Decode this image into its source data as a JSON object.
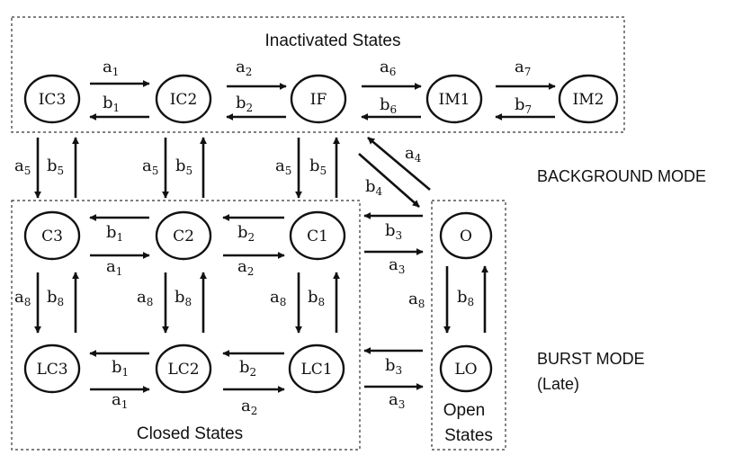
{
  "groups": {
    "inactivated": "Inactivated States",
    "closed": "Closed States",
    "open_line1": "Open",
    "open_line2": "States"
  },
  "modes": {
    "background": "BACKGROUND MODE",
    "burst_line1": "BURST MODE",
    "burst_line2": "(Late)"
  },
  "states": {
    "IC3": "IC3",
    "IC2": "IC2",
    "IF": "IF",
    "IM1": "IM1",
    "IM2": "IM2",
    "C3": "C3",
    "C2": "C2",
    "C1": "C1",
    "O": "O",
    "LC3": "LC3",
    "LC2": "LC2",
    "LC1": "LC1",
    "LO": "LO"
  },
  "rates": {
    "a": "a",
    "b": "b",
    "a1": "1",
    "b1": "1",
    "a2": "2",
    "b2": "2",
    "a3": "3",
    "b3": "3",
    "a4": "4",
    "b4": "4",
    "a5": "5",
    "b5": "5",
    "a6": "6",
    "b6": "6",
    "a7": "7",
    "b7": "7",
    "a8": "8",
    "b8": "8"
  }
}
